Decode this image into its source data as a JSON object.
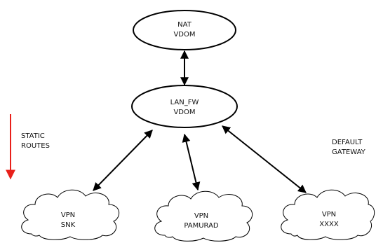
{
  "nodes": {
    "nat_vdom": {
      "line1": "NAT",
      "line2": "VDOM"
    },
    "lan_fw_vdom": {
      "line1": "LAN_FW",
      "line2": "VDOM"
    },
    "vpn_snk": {
      "line1": "VPN",
      "line2": "SNK"
    },
    "vpn_pamurad": {
      "line1": "VPN",
      "line2": "PAMURAD"
    },
    "vpn_xxxx": {
      "line1": "VPN",
      "line2": "XXXX"
    }
  },
  "labels": {
    "static_routes": {
      "line1": "STATIC",
      "line2": "ROUTES"
    },
    "default_gateway": {
      "line1": "DEFAULT",
      "line2": "GATEWAY"
    }
  },
  "colors": {
    "stroke": "#000000",
    "static_routes_arrow": "#e8201a",
    "text": "#111111"
  }
}
